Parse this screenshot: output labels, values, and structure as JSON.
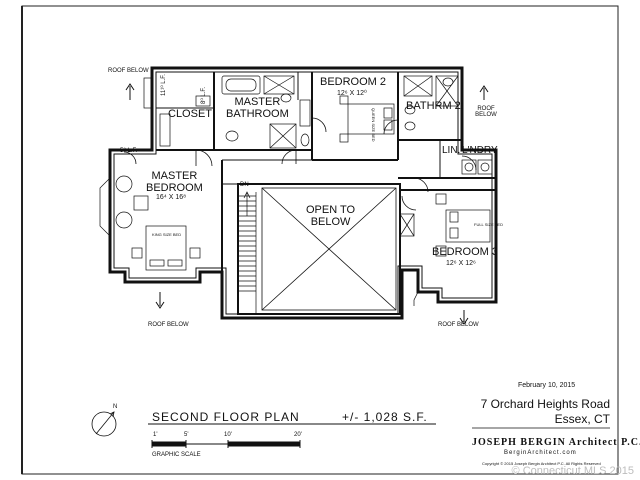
{
  "rooms": {
    "closet": "CLOSET",
    "master_bathroom": "MASTER\nBATHROOM",
    "bedroom2": "BEDROOM 2",
    "bedroom2_dim": "12⁶ X 12⁰",
    "bathroom2": "BATHRM 2",
    "linen": "LIN.",
    "laundry": "L'NDRY",
    "master_bedroom": "MASTER\nBEDROOM",
    "master_bedroom_dim": "16⁴ X 16⁸",
    "open_to_below": "OPEN TO\nBELOW",
    "bedroom3": "BEDROOM 3",
    "bedroom3_dim": "12⁶ X 12⁶"
  },
  "labels": {
    "roof_below": "ROOF BELOW",
    "closet_lf1": "11¹⁰ L.F.",
    "closet_lf2": "8⁰ L.F.",
    "master_lf": "5⁸ L.F.",
    "stair_dn": "DN",
    "king_bed": "KING SIZE BED",
    "queen_bed": "QUEEN SIZE BED",
    "full_bed": "FULL SIZE BED"
  },
  "title_block": {
    "date": "February 10, 2015",
    "plan_title": "SECOND FLOOR PLAN",
    "area": "+/- 1,028 S.F.",
    "address_line1": "7 Orchard Heights Road",
    "address_line2": "Essex, CT",
    "architect": "JOSEPH BERGIN Architect P.C.",
    "website": "BerginArchitect.com",
    "copyright_small": "Copyright © 2015 Joseph Bergin Architect P.C. All Rights Reserved",
    "scale_label": "GRAPHIC SCALE",
    "scale_ticks": [
      "1'",
      "5'",
      "10'",
      "20'"
    ],
    "north": "N"
  },
  "watermark": "© Connecticut MLS 2015"
}
